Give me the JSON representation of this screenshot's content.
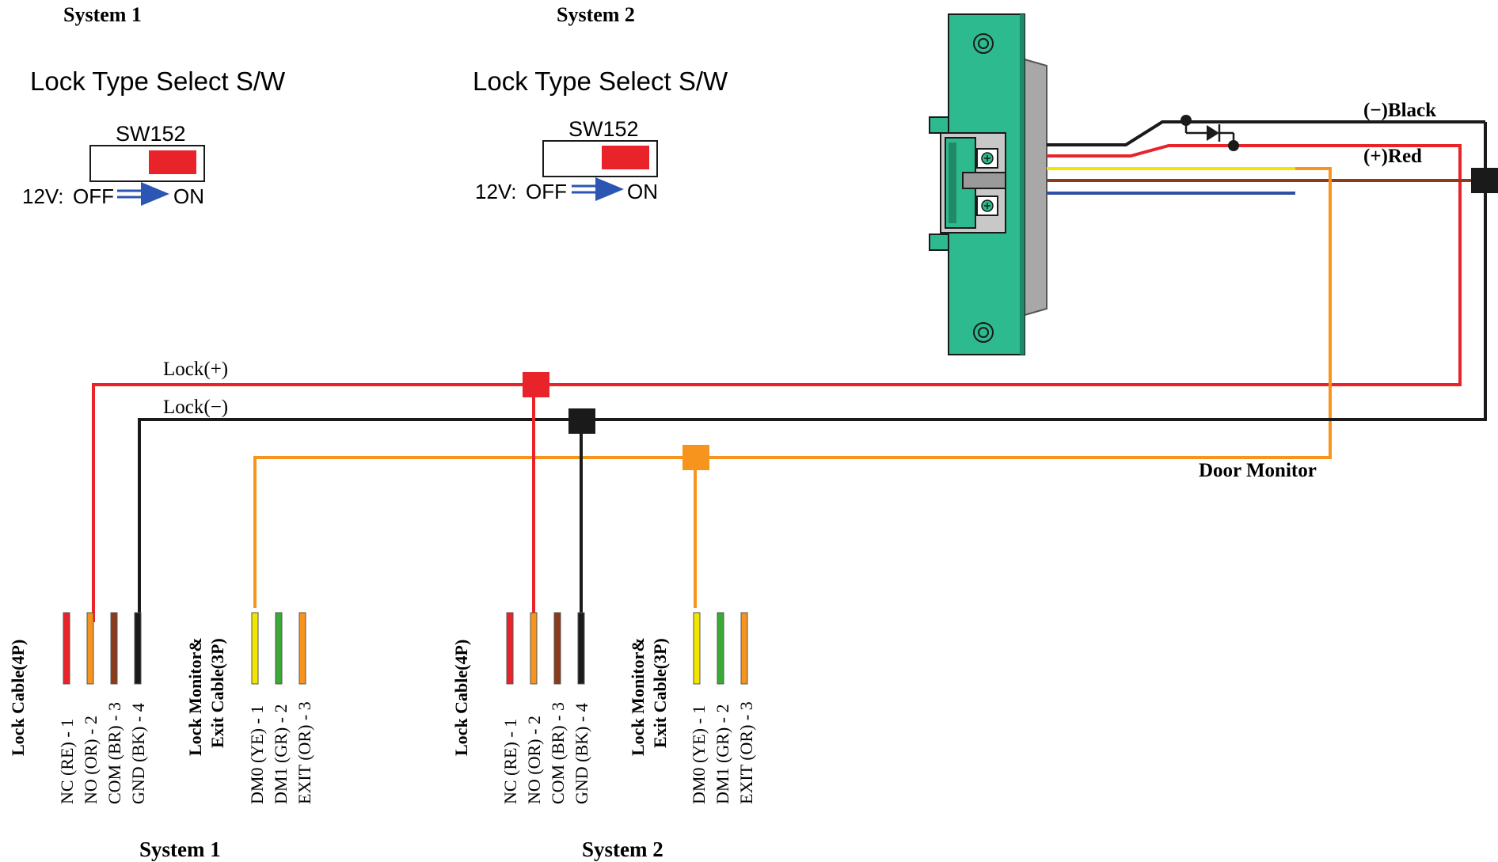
{
  "colors": {
    "red": "#e8232a",
    "black": "#1a1a1a",
    "orange": "#f7941d",
    "yellow": "#f2e600",
    "green": "#3aa935",
    "brown": "#8b3a1a",
    "blue": "#2e4fa3",
    "strike_green": "#2dba8e",
    "switch_red": "#e8232a",
    "arrow_blue": "#2b56b3"
  },
  "system1": {
    "top_label": "System 1",
    "switch_title": "Lock Type Select S/W",
    "switch_name": "SW152",
    "voltage_label": "12V:",
    "off_label": "OFF",
    "on_label": "ON",
    "switch_state": "ON",
    "bottom_label": "System 1",
    "lock_cable_label": "Lock Cable(4P)",
    "lock_cable_pins": [
      "NC (RE) - 1",
      "NO (OR) - 2",
      "COM (BR) - 3",
      "GND (BK) - 4"
    ],
    "monitor_cable_label_1": "Lock Monitor&",
    "monitor_cable_label_2": "Exit Cable(3P)",
    "monitor_cable_pins": [
      "DM0 (YE) - 1",
      "DM1 (GR) - 2",
      "EXIT (OR) - 3"
    ]
  },
  "system2": {
    "top_label": "System 2",
    "switch_title": "Lock Type Select S/W",
    "switch_name": "SW152",
    "voltage_label": "12V:",
    "off_label": "OFF",
    "on_label": "ON",
    "switch_state": "ON",
    "bottom_label": "System 2",
    "lock_cable_label": "Lock Cable(4P)",
    "lock_cable_pins": [
      "NC (RE) - 1",
      "NO (OR) - 2",
      "COM (BR) - 3",
      "GND (BK) - 4"
    ],
    "monitor_cable_label_1": "Lock Monitor&",
    "monitor_cable_label_2": "Exit Cable(3P)",
    "monitor_cable_pins": [
      "DM0 (YE) - 1",
      "DM1 (GR) - 2",
      "EXIT (OR) - 3"
    ]
  },
  "wires": {
    "lock_plus": "Lock(+)",
    "lock_minus": "Lock(−)",
    "door_monitor": "Door Monitor",
    "black_label": "(−)Black",
    "red_label": "(+)Red"
  }
}
